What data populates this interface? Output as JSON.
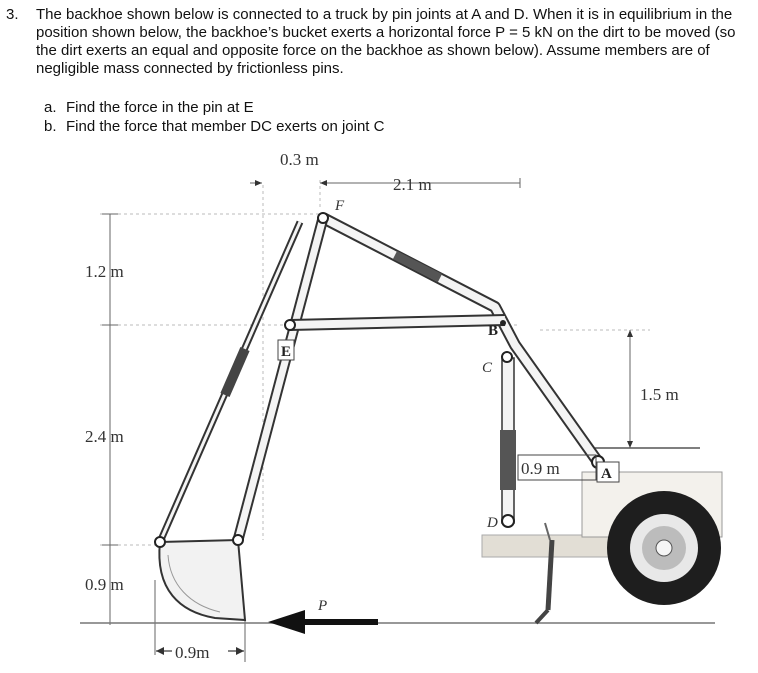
{
  "problem": {
    "number": "3.",
    "text": "The backhoe shown below is connected to a truck by pin joints at A and D.  When it is in equilibrium in the position shown below, the backhoe’s bucket exerts a horizontal force P = 5 kN on the dirt to be moved (so the dirt exerts an equal and opposite force on the backhoe as shown below).  Assume members are of negligible mass connected by frictionless pins.",
    "parts": [
      {
        "letter": "a.",
        "text": "Find the force in the pin at E"
      },
      {
        "letter": "b.",
        "text": "Find the force that member DC exerts on joint C"
      }
    ]
  },
  "figure": {
    "dimensions": {
      "top_left": "0.3 m",
      "top_right": "2.1 m",
      "left_upper": "1.2 m",
      "left_middle": "2.4 m",
      "left_lower": "0.9 m",
      "bottom": "0.9m",
      "right": "1.5 m",
      "mid": "0.9 m"
    },
    "points": {
      "F": "F",
      "E": "E",
      "B": "B",
      "C": "C",
      "D": "D",
      "A": "A",
      "P": "P"
    }
  }
}
